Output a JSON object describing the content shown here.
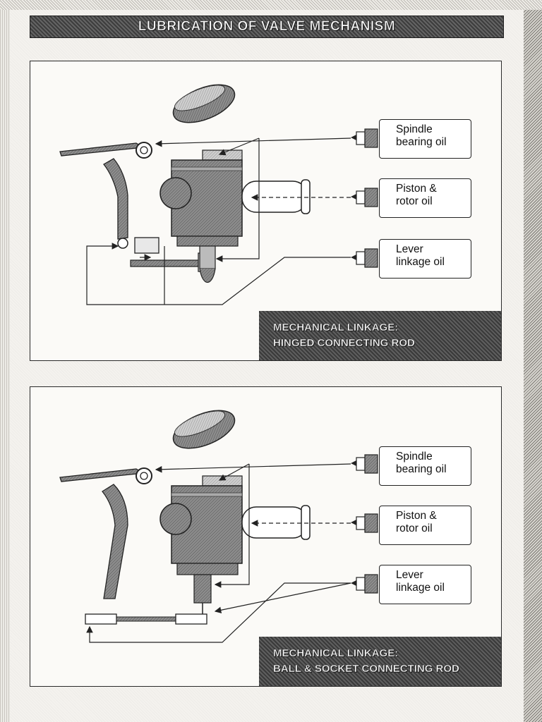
{
  "title": "LUBRICATION OF VALVE MECHANISM",
  "panels": [
    {
      "oil_labels": [
        {
          "line1": "Spindle",
          "line2": "bearing oil"
        },
        {
          "line1": "Piston &",
          "line2": "rotor oil"
        },
        {
          "line1": "Lever",
          "line2": "linkage oil"
        }
      ],
      "caption": {
        "line1": "MECHANICAL LINKAGE:",
        "line2": "HINGED CONNECTING ROD"
      }
    },
    {
      "oil_labels": [
        {
          "line1": "Spindle",
          "line2": "bearing oil"
        },
        {
          "line1": "Piston &",
          "line2": "rotor oil"
        },
        {
          "line1": "Lever",
          "line2": "linkage oil"
        }
      ],
      "caption": {
        "line1": "MECHANICAL LINKAGE:",
        "line2": "BALL & SOCKET CONNECTING ROD"
      }
    }
  ]
}
